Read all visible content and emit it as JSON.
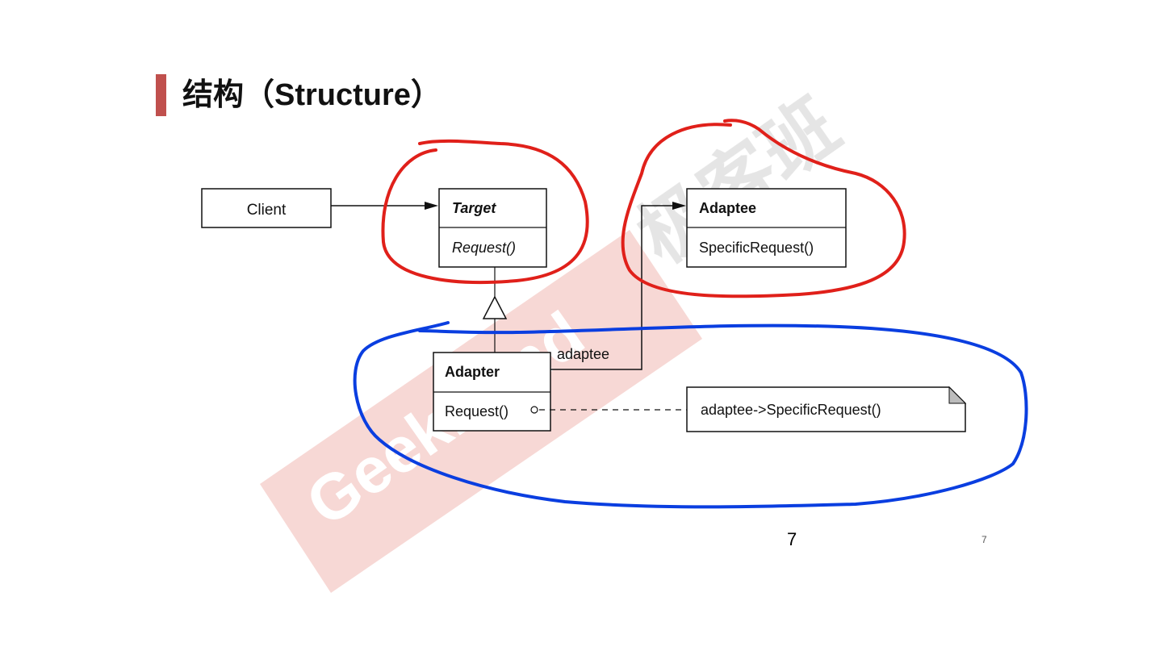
{
  "slide": {
    "title": "结构（Structure）",
    "accent_color": "#c0504d",
    "page_number": "7",
    "page_number_small": "7"
  },
  "watermark": {
    "brand_text": "GeekBand",
    "chinese_text": "极客班",
    "color": "#e8a49c"
  },
  "diagram": {
    "client": {
      "name": "Client"
    },
    "target": {
      "name": "Target",
      "operation": "Request()"
    },
    "adaptee": {
      "name": "Adaptee",
      "operation": "SpecificRequest()"
    },
    "adapter": {
      "name": "Adapter",
      "operation": "Request()"
    },
    "association_label": "adaptee",
    "note_text": "adaptee->SpecificRequest()"
  },
  "annotations": {
    "red_circle_color": "#e0201a",
    "blue_circle_color": "#0a3ee0"
  }
}
